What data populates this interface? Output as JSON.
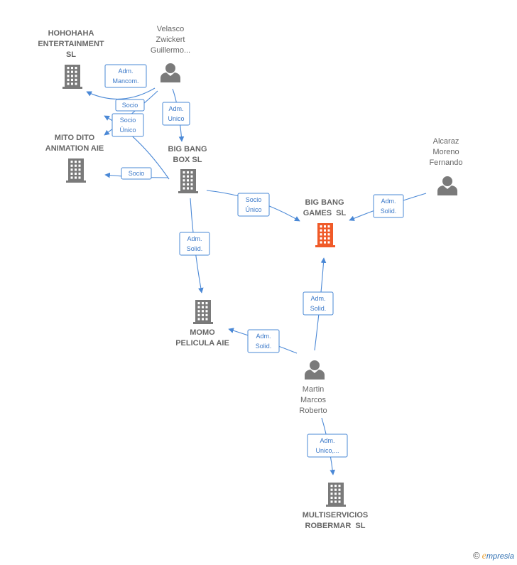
{
  "nodes": [
    {
      "id": "hohohaha",
      "type": "company",
      "lines": [
        "HOHOHAHA",
        "ENTERTAINMENT",
        "SL"
      ],
      "focus": false
    },
    {
      "id": "velasco",
      "type": "person",
      "lines": [
        "Velasco",
        "Zwickert",
        "Guillermo..."
      ],
      "focus": false
    },
    {
      "id": "mitodito",
      "type": "company",
      "lines": [
        "MITO DITO",
        "ANIMATION AIE"
      ],
      "focus": false
    },
    {
      "id": "bigbangbox",
      "type": "company",
      "lines": [
        "BIG BANG",
        "BOX SL"
      ],
      "focus": false
    },
    {
      "id": "alcaraz",
      "type": "person",
      "lines": [
        "Alcaraz",
        "Moreno",
        "Fernando"
      ],
      "focus": false
    },
    {
      "id": "bigbanggames",
      "type": "company",
      "lines": [
        "BIG BANG",
        "GAMES  SL"
      ],
      "focus": true
    },
    {
      "id": "momo",
      "type": "company",
      "lines": [
        "MOMO",
        "PELICULA AIE"
      ],
      "focus": false
    },
    {
      "id": "martin",
      "type": "person",
      "lines": [
        "Martin",
        "Marcos",
        "Roberto"
      ],
      "focus": false
    },
    {
      "id": "multiservicios",
      "type": "company",
      "lines": [
        "MULTISERVICIOS",
        "ROBERMAR  SL"
      ],
      "focus": false
    }
  ],
  "edges": [
    {
      "id": "e1",
      "from": "velasco",
      "to": "hohohaha",
      "label": [
        "Adm.",
        "Mancom."
      ]
    },
    {
      "id": "e2",
      "from": "velasco",
      "to": "mitodito",
      "label": [
        "Socio"
      ]
    },
    {
      "id": "e3",
      "from": "bigbangbox",
      "to": "hohohaha",
      "label": [
        "Socio",
        "Único"
      ]
    },
    {
      "id": "e4",
      "from": "velasco",
      "to": "bigbangbox",
      "label": [
        "Adm.",
        "Unico"
      ]
    },
    {
      "id": "e5",
      "from": "bigbangbox",
      "to": "mitodito",
      "label": [
        "Socio"
      ]
    },
    {
      "id": "e6",
      "from": "bigbangbox",
      "to": "bigbanggames",
      "label": [
        "Socio",
        "Único"
      ]
    },
    {
      "id": "e7",
      "from": "alcaraz",
      "to": "bigbanggames",
      "label": [
        "Adm.",
        "Solid."
      ]
    },
    {
      "id": "e8",
      "from": "bigbangbox",
      "to": "momo",
      "label": [
        "Adm.",
        "Solid."
      ]
    },
    {
      "id": "e9",
      "from": "martin",
      "to": "bigbanggames",
      "label": [
        "Adm.",
        "Solid."
      ]
    },
    {
      "id": "e10",
      "from": "martin",
      "to": "momo",
      "label": [
        "Adm.",
        "Solid."
      ]
    },
    {
      "id": "e11",
      "from": "martin",
      "to": "multiservicios",
      "label": [
        "Adm.",
        "Unico,..."
      ]
    }
  ],
  "colors": {
    "edge": "#4a88d6",
    "node": "#7a7a7a",
    "focus": "#f05a28",
    "label": "#666666"
  },
  "brand": {
    "copyright": "©",
    "first_letter": "e",
    "rest": "mpresia"
  }
}
